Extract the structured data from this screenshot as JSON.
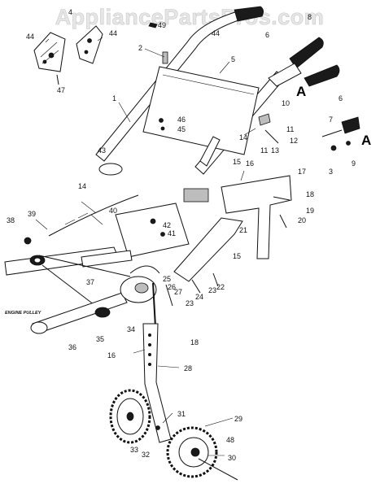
{
  "watermark": "AppliancePartsPros.com",
  "caption_engine_pulley": "ENGINE PULLEY",
  "view_marker_a": "A",
  "callouts": {
    "c1": "1",
    "c2": "2",
    "c3": "3",
    "c4": "4",
    "c5": "5",
    "c6a": "6",
    "c6b": "6",
    "c7": "7",
    "c8": "8",
    "c9": "9",
    "c10": "10",
    "c11a": "11",
    "c11b": "11",
    "c12": "12",
    "c13": "13",
    "c14a": "14",
    "c14b": "14",
    "c15a": "15",
    "c15b": "15",
    "c16a": "16",
    "c16b": "16",
    "c17": "17",
    "c18a": "18",
    "c18b": "18",
    "c19": "19",
    "c20": "20",
    "c21": "21",
    "c22": "22",
    "c23a": "23",
    "c23b": "23",
    "c24": "24",
    "c25": "25",
    "c26": "26",
    "c27": "27",
    "c28": "28",
    "c29": "29",
    "c30": "30",
    "c31": "31",
    "c32": "32",
    "c33": "33",
    "c34": "34",
    "c35": "35",
    "c36": "36",
    "c37": "37",
    "c38": "38",
    "c39": "39",
    "c40": "40",
    "c41": "41",
    "c42": "42",
    "c43": "43",
    "c44a": "44",
    "c44b": "44",
    "c44c": "44",
    "c45": "45",
    "c46": "46",
    "c47": "47",
    "c48": "48",
    "c49": "49"
  }
}
